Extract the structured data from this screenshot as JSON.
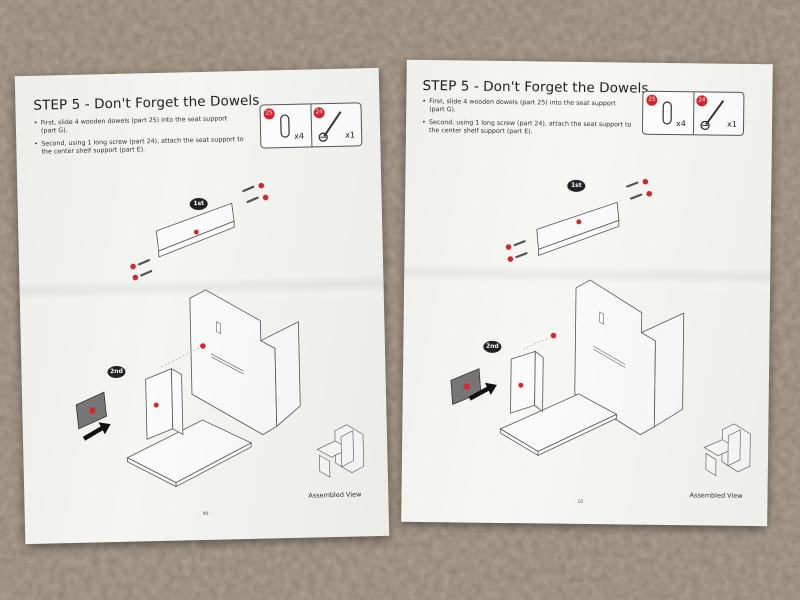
{
  "photo": {
    "background": "carpet",
    "paper_color": "#f5f5f2",
    "accent_red": "#d8262f"
  },
  "sheets": [
    {
      "title": "STEP 5 - Don't Forget the Dowels",
      "bullets": [
        "First, slide 4 wooden dowels (part 25) into the seat support (part G).",
        "Second, using 1 long screw (part 24), attach the seat support to the center shelf support (part E)."
      ],
      "parts": [
        {
          "number": "25",
          "qty": "x4",
          "icon": "dowel-icon"
        },
        {
          "number": "24",
          "qty": "x1",
          "icon": "long-screw-icon"
        }
      ],
      "step_labels": [
        "1st",
        "2nd"
      ],
      "assembled_label": "Assembled View",
      "page_number": "90"
    },
    {
      "title": "STEP 5 - Don't Forget the Dowels",
      "bullets": [
        "First, slide 4 wooden dowels (part 25) into the seat support (part G).",
        "Second, using 1 long screw (part 24), attach the seat support to the center shelf support (part E)."
      ],
      "parts": [
        {
          "number": "25",
          "qty": "x4",
          "icon": "dowel-icon"
        },
        {
          "number": "24",
          "qty": "x1",
          "icon": "long-screw-icon"
        }
      ],
      "step_labels": [
        "1st",
        "2nd"
      ],
      "assembled_label": "Assembled View",
      "page_number": "10"
    }
  ]
}
